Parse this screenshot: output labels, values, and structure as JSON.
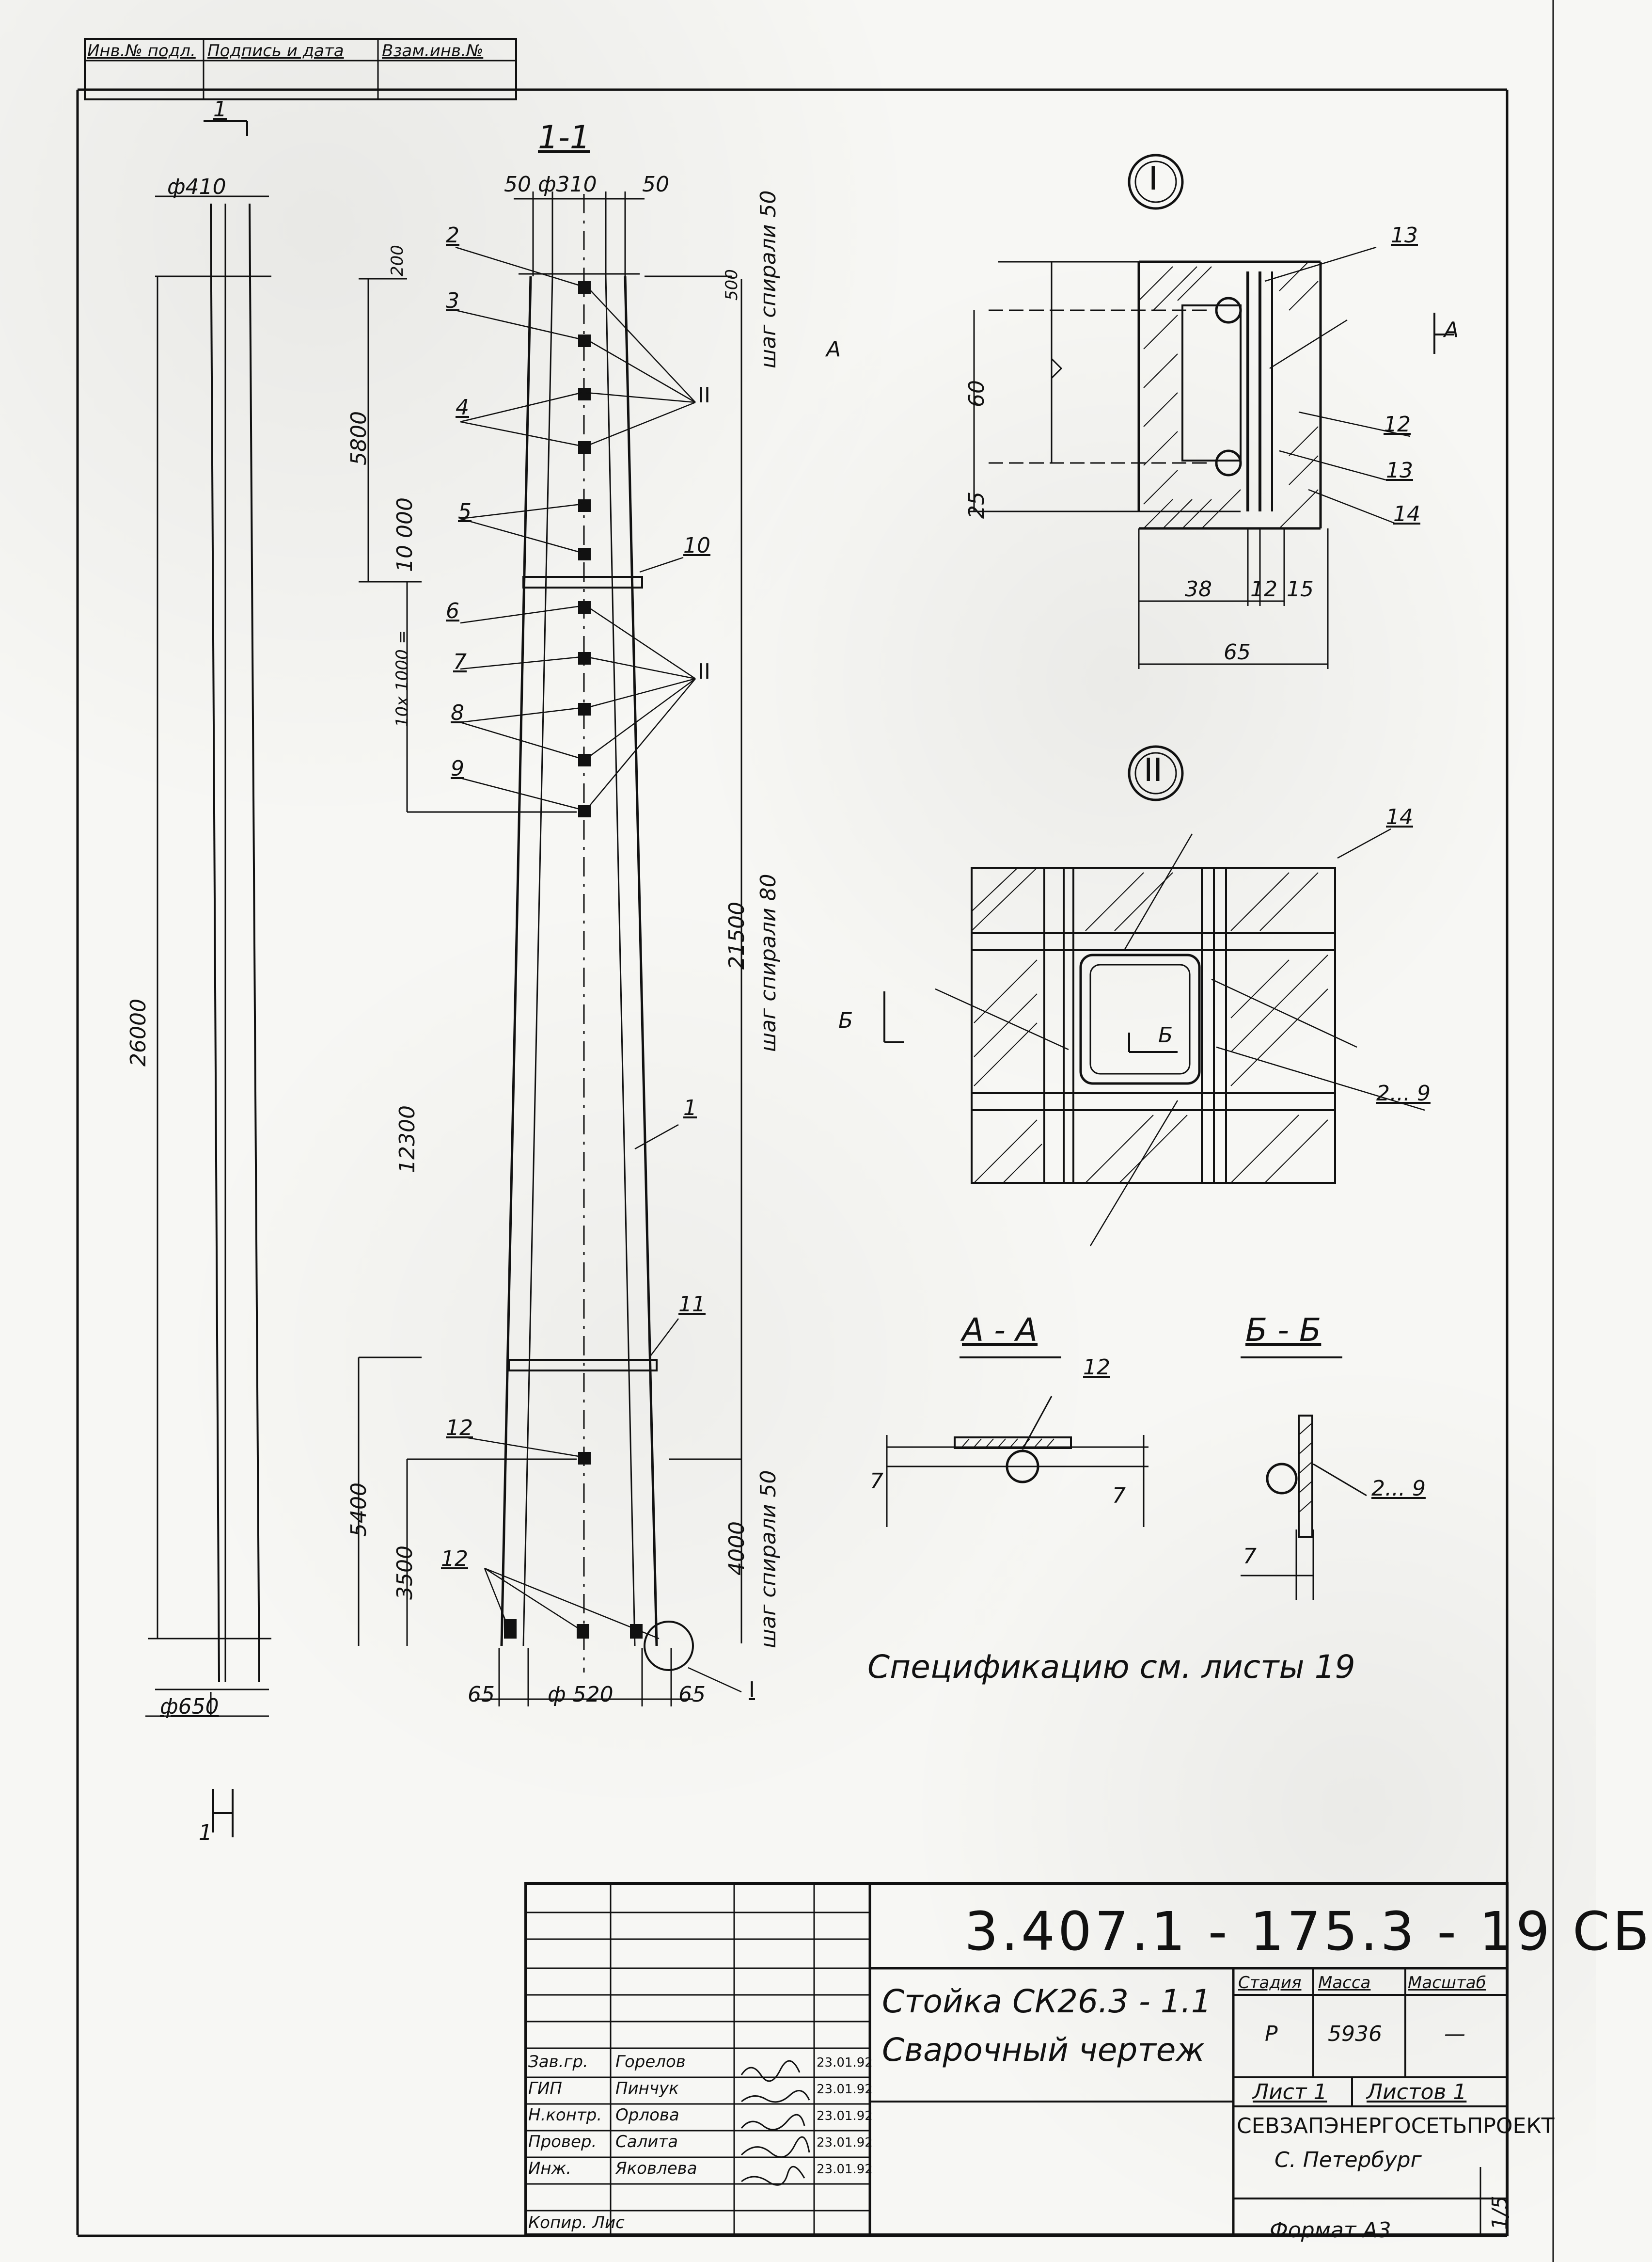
{
  "stamp": {
    "cells": [
      "Инв.№ подл.",
      "Подпись и дата",
      "Взам.инв.№"
    ]
  },
  "views": {
    "section_1_1": "1-1",
    "cut_marker_top": "1",
    "cut_marker_bottom": "1",
    "node_I": "I",
    "node_II": "II",
    "section_AA": "А - А",
    "section_BB": "Б - Б",
    "marker_A": "А",
    "marker_B": "Б",
    "marker_A_small": "А",
    "marker_B_small": "Б"
  },
  "dimensions": {
    "d410": "ф410",
    "d650": "ф650",
    "d310": "ф310",
    "d520": "ф 520",
    "top_left_50": "50",
    "top_right_50": "50",
    "bottom_left_65": "65",
    "bottom_right_65": "65",
    "total_26000": "26000",
    "len_5800": "5800",
    "len_10000": "10 000",
    "len_10x1000": "10х 1000 =",
    "len_12300": "12300",
    "len_5400": "5400",
    "len_3500": "3500",
    "len_200": "200",
    "len_500": "500",
    "len_21500": "21500",
    "len_4000": "4000",
    "spiral_step_50_top": "шаг спирали 50",
    "spiral_step_80": "шаг спирали 80",
    "spiral_step_50_bottom": "шаг спирали 50",
    "node1_60": "60",
    "node1_25": "25",
    "node1_38": "38",
    "node1_12": "12",
    "node1_15": "15",
    "node1_65": "65",
    "aa_7_left": "7",
    "aa_7_right": "7",
    "bb_7": "7"
  },
  "callouts": {
    "c2": "2",
    "c3": "3",
    "c4": "4",
    "c5": "5",
    "c6": "6",
    "c7": "7",
    "c8": "8",
    "c9": "9",
    "c10": "10",
    "c11": "11",
    "c12a": "12",
    "c12b": "12",
    "c1": "1",
    "cII_top": "II",
    "cII_mid": "II",
    "cI_bottom": "I",
    "n13a": "13",
    "n12": "12",
    "n13b": "13",
    "n14": "14",
    "n14b": "14",
    "n2_9": "2... 9",
    "aa_12": "12",
    "bb_2_9": "2... 9"
  },
  "spec_note": "Спецификацию см. листы 19",
  "title_block": {
    "doc_code": "3.407.1 - 175.3 - 19 СБ",
    "title_line1": "Стойка СК26.3 - 1.1",
    "title_line2": "Сварочный чертеж",
    "col_stage": "Стадия",
    "col_mass": "Масса",
    "col_scale": "Масштаб",
    "stage": "Р",
    "mass": "5936",
    "scale": "—",
    "sheet": "Лист 1",
    "sheets": "Листов 1",
    "org_line1": "СЕВЗАПЭНЕРГОСЕТЬПРОЕКТ",
    "org_line2": "С. Петербург",
    "format": "Формат А3",
    "side_mark": "1/5",
    "rows": [
      {
        "role": "Зав.гр.",
        "name": "Горелов",
        "date": "23.01.92"
      },
      {
        "role": "ГИП",
        "name": "Пинчук",
        "date": "23.01.92"
      },
      {
        "role": "Н.контр.",
        "name": "Орлова",
        "date": "23.01.92"
      },
      {
        "role": "Провер.",
        "name": "Салита",
        "date": "23.01.92"
      },
      {
        "role": "Инж.",
        "name": "Яковлева",
        "date": "23.01.92"
      }
    ],
    "copied_by": "Копир. Лис"
  }
}
